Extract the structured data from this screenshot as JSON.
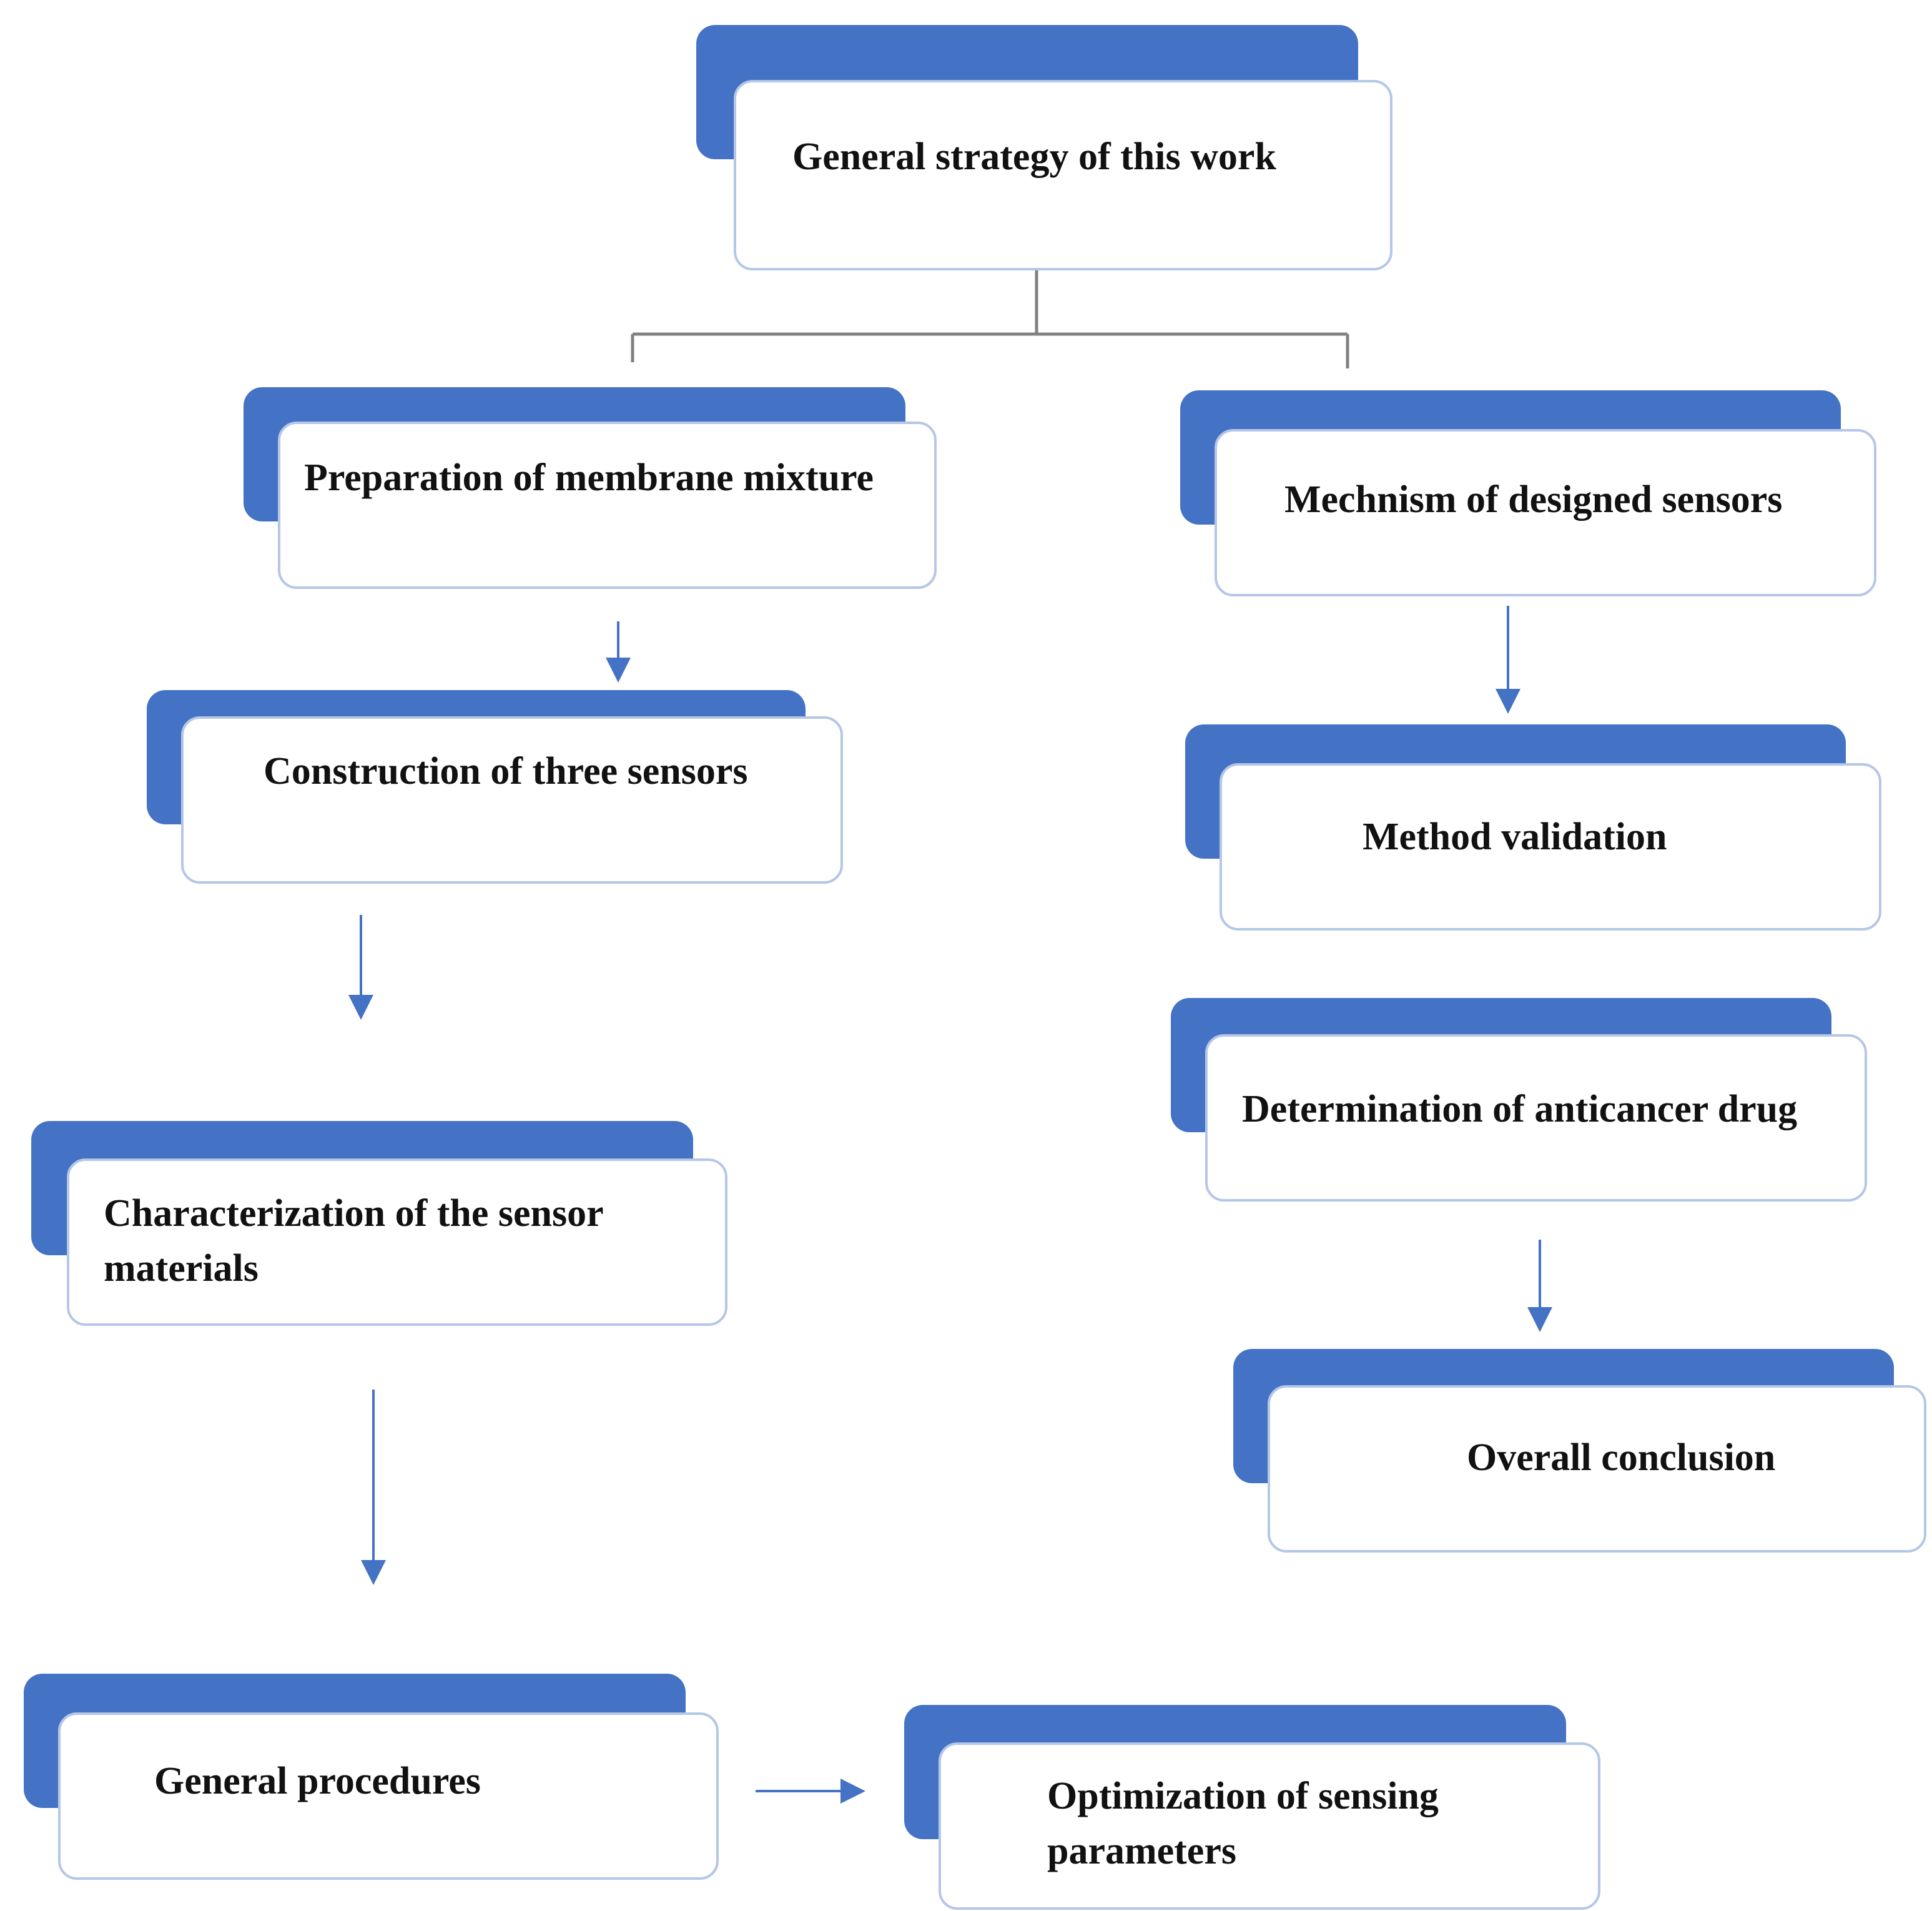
{
  "diagram": {
    "nodes": {
      "general_strategy": "General strategy of this  work",
      "preparation": "Preparation  of  membrane mixture",
      "construction": "Construction of  three sensors",
      "characterization_line1": "Characterization of the sensor",
      "characterization_line2": "materials",
      "general_procedures": "General procedures",
      "optimization_line1": "Optimization of sensing",
      "optimization_line2": "parameters",
      "mechanism": "Mechnism of designed sensors",
      "method_validation": "Method validation",
      "determination": "Determination of anticancer drug",
      "overall_conclusion": "Overall conclusion"
    },
    "colors": {
      "back_box": "#4472c4",
      "front_border": "#b4c7e7",
      "connector": "#808080",
      "arrow": "#4472c4"
    }
  }
}
